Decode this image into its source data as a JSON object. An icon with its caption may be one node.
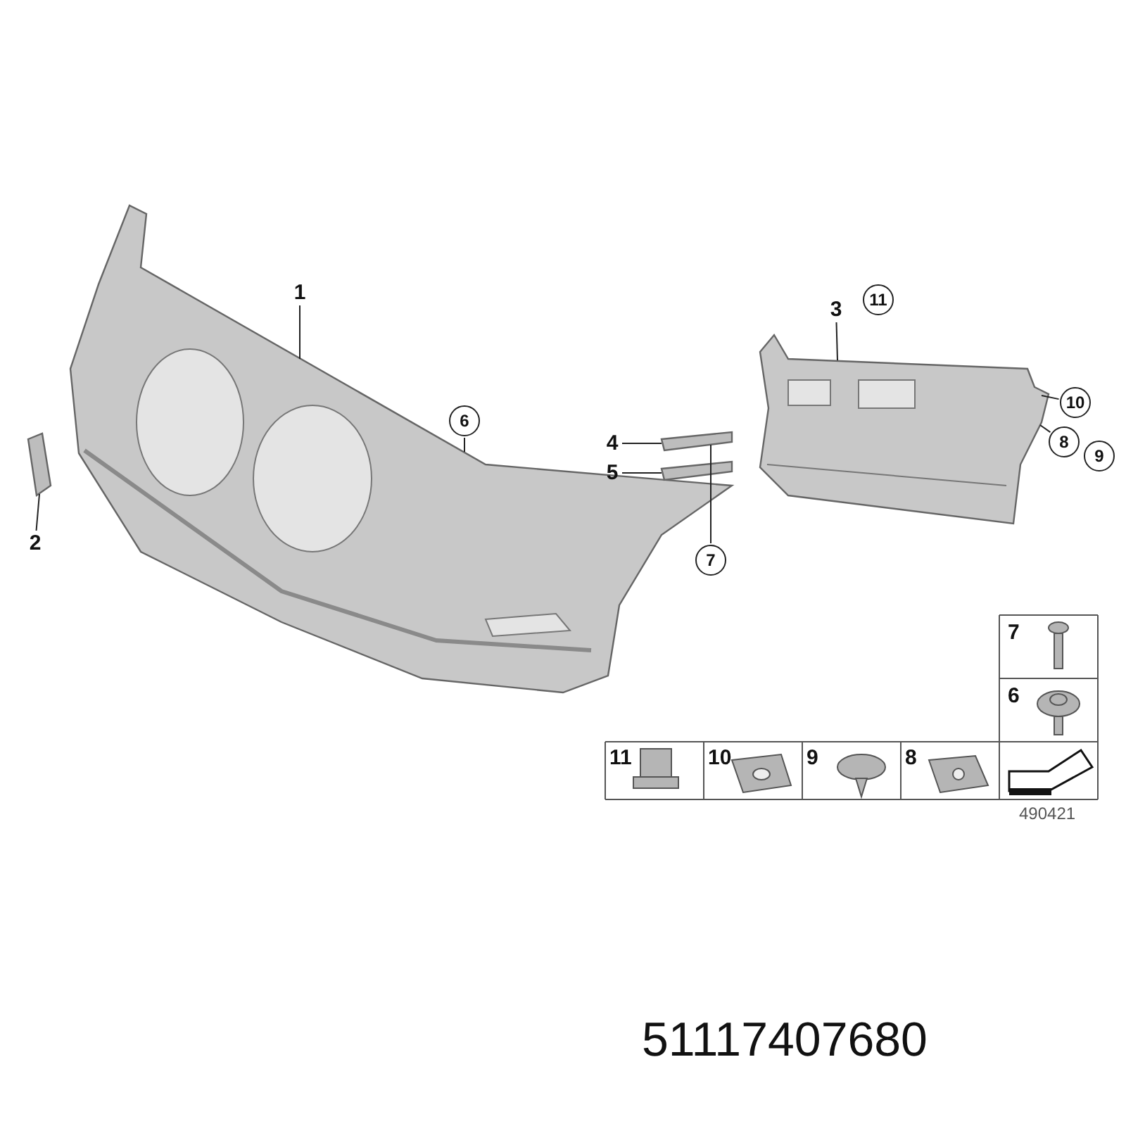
{
  "diagram": {
    "nodes": [
      {
        "text": [
          "1"
        ]
      },
      {
        "text": [],
        "shape": "picture"
      },
      {
        "text": [
          "6"
        ]
      },
      {
        "text": [
          "2"
        ]
      },
      {
        "text": [],
        "shape": "bar"
      },
      {
        "text": [
          "4"
        ]
      },
      {
        "text": [],
        "shape": "bar"
      },
      {
        "text": [
          "5"
        ]
      },
      {
        "text": [],
        "shape": "bar"
      },
      {
        "text": [
          "7"
        ]
      },
      {
        "text": [
          "3"
        ]
      },
      {
        "text": [],
        "shape": "picture"
      },
      {
        "text": [
          "11"
        ]
      },
      {
        "text": [
          "10"
        ]
      },
      {
        "text": [
          "8"
        ]
      },
      {
        "text": [
          "9"
        ]
      }
    ],
    "edges": [
      {
        "from": 0,
        "to": 1,
        "arrow": "none"
      },
      {
        "from": 2,
        "to": 1,
        "arrow": "none"
      },
      {
        "from": 3,
        "to": 4,
        "arrow": "none"
      },
      {
        "from": 5,
        "to": 6,
        "arrow": "none"
      },
      {
        "from": 7,
        "to": 8,
        "arrow": "none"
      },
      {
        "from": 9,
        "to": 6,
        "arrow": "none"
      },
      {
        "from": 10,
        "to": 11,
        "arrow": "none"
      },
      {
        "from": 13,
        "to": 11,
        "arrow": "none"
      },
      {
        "from": 14,
        "to": 11,
        "arrow": "none"
      }
    ],
    "labels": [
      "7",
      "6",
      "11",
      "10",
      "9",
      "8",
      "490421",
      "51117407680"
    ]
  }
}
